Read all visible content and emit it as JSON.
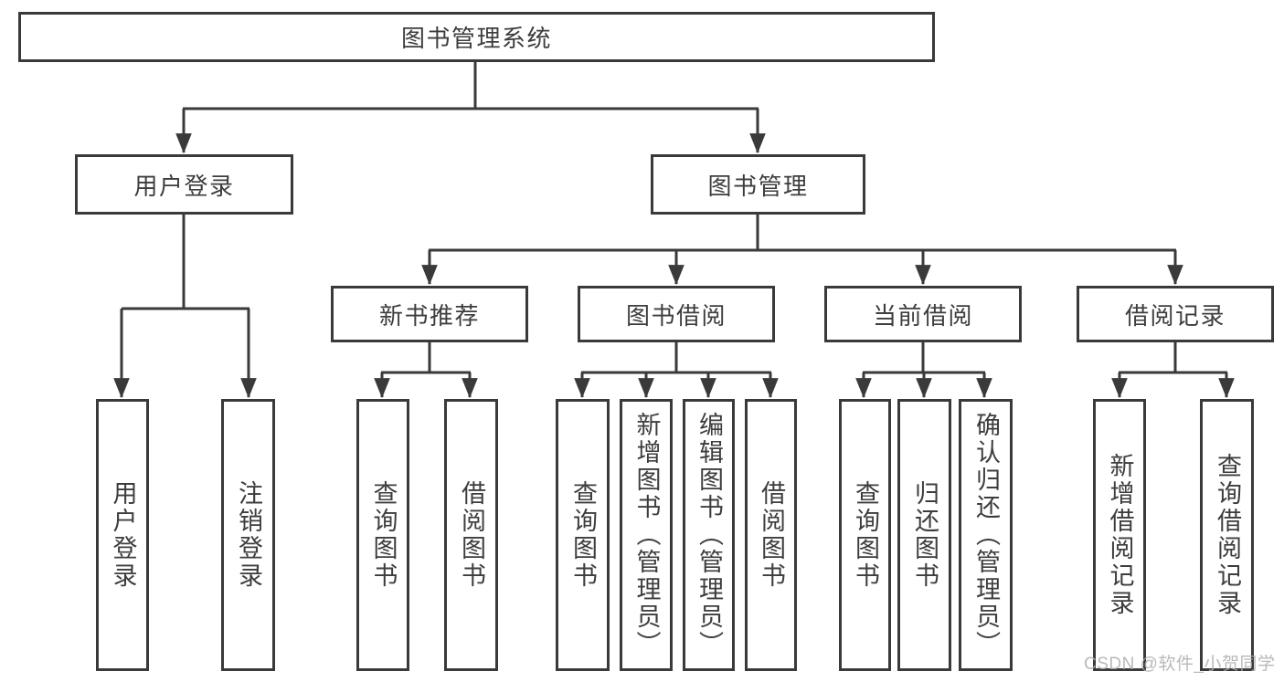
{
  "diagram": {
    "root": {
      "label": "图书管理系统"
    },
    "branches": [
      {
        "label": "用户登录",
        "children": [
          {
            "label": "用户登录"
          },
          {
            "label": "注销登录"
          }
        ]
      },
      {
        "label": "图书管理",
        "children": [
          {
            "label": "新书推荐",
            "children": [
              {
                "label": "查询图书"
              },
              {
                "label": "借阅图书"
              }
            ]
          },
          {
            "label": "图书借阅",
            "children": [
              {
                "label": "查询图书"
              },
              {
                "label": "新增图书（管理员）"
              },
              {
                "label": "编辑图书（管理员）"
              },
              {
                "label": "借阅图书"
              }
            ]
          },
          {
            "label": "当前借阅",
            "children": [
              {
                "label": "查询图书"
              },
              {
                "label": "归还图书"
              },
              {
                "label": "确认归还（管理员）"
              }
            ]
          },
          {
            "label": "借阅记录",
            "children": [
              {
                "label": "新增借阅记录"
              },
              {
                "label": "查询借阅记录"
              }
            ]
          }
        ]
      }
    ]
  },
  "watermark": "CSDN @软件_小贺同学",
  "colors": {
    "line": "#3a3a3a",
    "text": "#3d3d3d",
    "watermark": "#adadad",
    "background": "#ffffff"
  }
}
